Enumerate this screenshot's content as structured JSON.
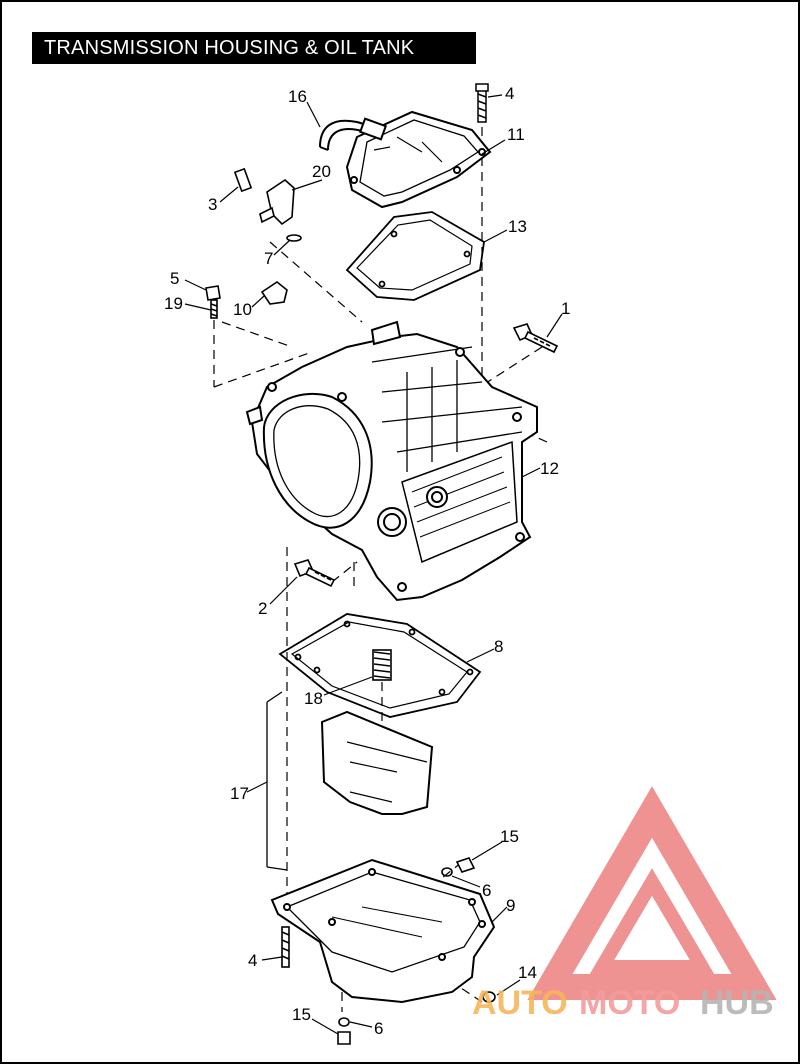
{
  "title": "TRANSMISSION HOUSING & OIL TANK",
  "callouts": {
    "c1": "1",
    "c2": "2",
    "c3": "3",
    "c4_top": "4",
    "c4_bottom": "4",
    "c5": "5",
    "c6_upper": "6",
    "c6_lower": "6",
    "c7": "7",
    "c8": "8",
    "c9": "9",
    "c10": "10",
    "c11": "11",
    "c12": "12",
    "c13": "13",
    "c14": "14",
    "c15_upper": "15",
    "c15_lower": "15",
    "c16": "16",
    "c17": "17",
    "c18": "18",
    "c19": "19",
    "c20": "20"
  },
  "watermark": {
    "part1": "AUTO",
    "part2": "MOTO",
    "part3": "HUB",
    "colors": {
      "auto": "#f7b65a",
      "moto": "#f39c9c",
      "hub": "#b5b5b5",
      "triangle": "#ec7f7f"
    }
  }
}
